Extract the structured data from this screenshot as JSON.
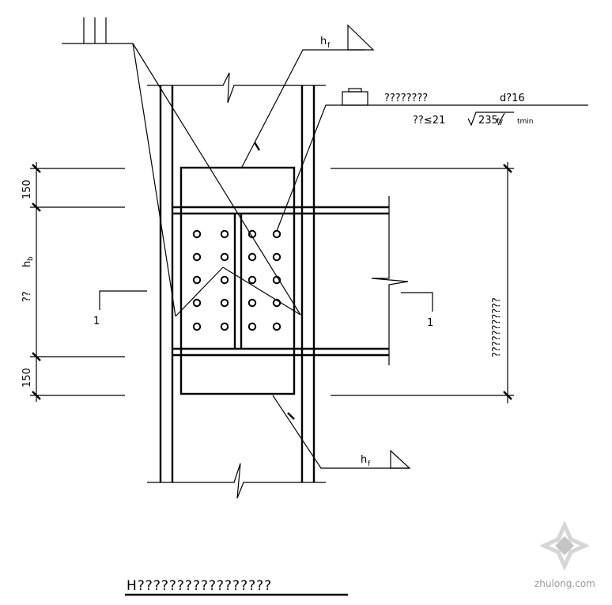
{
  "labels": {
    "weld_symbol_top": "h",
    "weld_symbol_bottom": "h",
    "weld_subscript": "f",
    "bolt_note": "????????",
    "bolt_diameter": "d?16",
    "thickness_note": "??≤21",
    "thickness_formula": "235",
    "thickness_sub_fy": "fy",
    "thickness_sub_tmin": "tmin",
    "dim_top": "150",
    "dim_bottom": "150",
    "dim_hb": "h",
    "dim_hb_sub": "b",
    "dim_left_note": "??",
    "dim_right_note": "???????????",
    "section_mark_left": "1",
    "section_mark_right": "1",
    "title": "H?????????????????"
  },
  "watermark": "zhulong.com",
  "colors": {
    "line": "#000000",
    "watermark": "#9a9a9a"
  }
}
